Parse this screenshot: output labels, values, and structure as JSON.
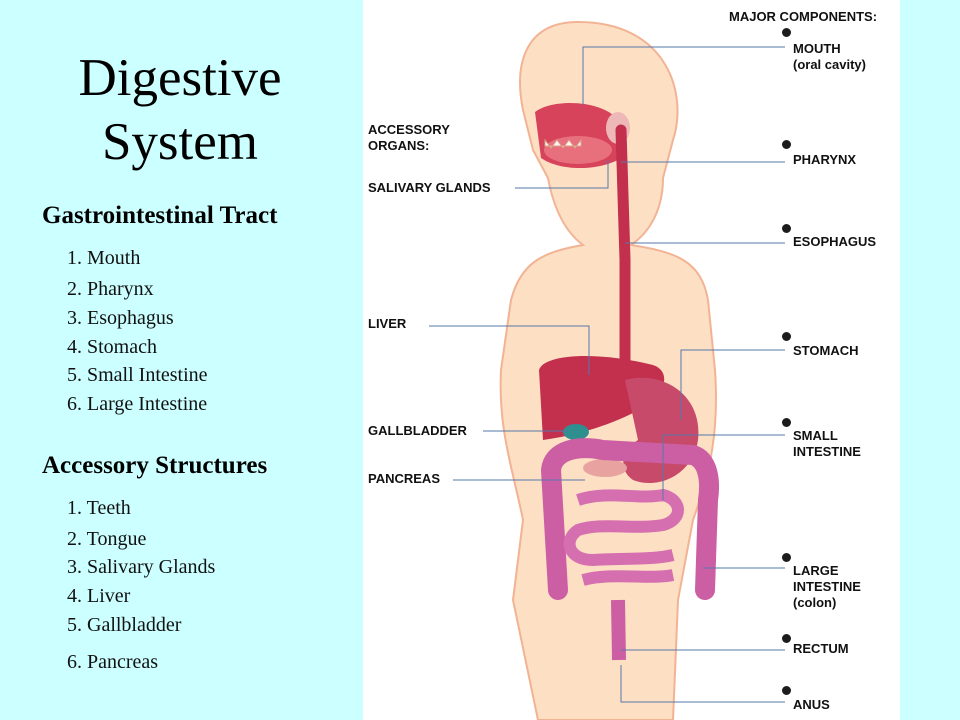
{
  "title": {
    "line1": "Digestive",
    "line2": "System"
  },
  "gi_tract": {
    "heading": "Gastrointestinal Tract",
    "items": [
      "1. Mouth",
      "2. Pharynx",
      "3. Esophagus",
      "4. Stomach",
      "5. Small Intestine",
      "6. Large Intestine"
    ]
  },
  "accessory": {
    "heading": "Accessory Structures",
    "items": [
      "1. Teeth",
      "2. Tongue",
      "3. Salivary Glands",
      "4. Liver",
      "5. Gallbladder",
      "6. Pancreas"
    ]
  },
  "diagram": {
    "major_heading": "MAJOR COMPONENTS:",
    "accessory_heading_1": "ACCESSORY",
    "accessory_heading_2": "ORGANS:",
    "right_labels": {
      "mouth_1": "MOUTH",
      "mouth_2": "(oral cavity)",
      "pharynx": "PHARYNX",
      "esophagus": "ESOPHAGUS",
      "stomach": "STOMACH",
      "small_1": "SMALL",
      "small_2": "INTESTINE",
      "large_1": "LARGE",
      "large_2": "INTESTINE",
      "large_3": "(colon)",
      "rectum": "RECTUM",
      "anus": "ANUS"
    },
    "left_labels": {
      "salivary": "SALIVARY GLANDS",
      "liver": "LIVER",
      "gallbladder": "GALLBLADDER",
      "pancreas": "PANCREAS"
    },
    "colors": {
      "skin": "#fde0c4",
      "organ": "#c2304e",
      "intestine": "#cc5fa4",
      "gallbladder": "#2f8f8f"
    }
  }
}
